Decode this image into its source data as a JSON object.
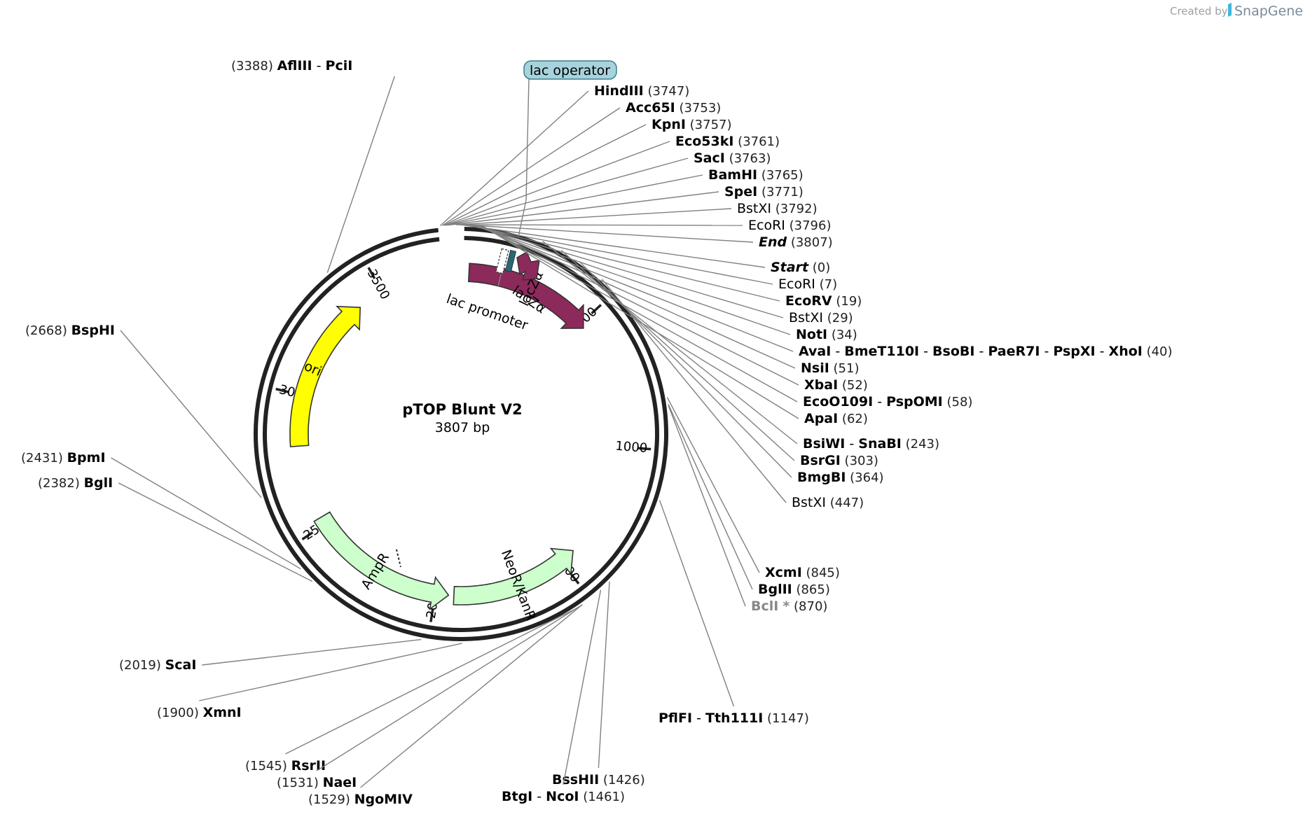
{
  "watermark": {
    "prefix": "Created by",
    "brand": "SnapGene"
  },
  "plasmid": {
    "name": "pTOP Blunt V2",
    "length_label": "3807 bp",
    "length": 3807
  },
  "colors": {
    "lacZ": "#8c2a5b",
    "ori": "#ffff00",
    "amp": "#ccffcc",
    "lac_operator": "#a8d3dc",
    "lac_promoter_cap": "#2b6770"
  },
  "ticks": [
    {
      "pos": 500,
      "label": "500"
    },
    {
      "pos": 1000,
      "label": "1000"
    },
    {
      "pos": 1500,
      "label": "1500"
    },
    {
      "pos": 2000,
      "label": "2000"
    },
    {
      "pos": 2500,
      "label": "2500"
    },
    {
      "pos": 3000,
      "label": "3000"
    },
    {
      "pos": 3500,
      "label": "3500"
    }
  ],
  "features": [
    {
      "id": "lacZa-main",
      "label": "lacZα",
      "start": 30,
      "end": 520,
      "dir": 1,
      "color": "#8c2a5b",
      "text_color": "#ffffff"
    },
    {
      "id": "lacZa-small",
      "label": "lacZα",
      "start": 3725,
      "end": 3747,
      "dir": 1,
      "color": "#8c2a5b",
      "text_color": "#000000"
    },
    {
      "id": "ori",
      "label": "ori",
      "start": 2810,
      "end": 3400,
      "dir": 1,
      "color": "#ffff00",
      "text_color": "#000000"
    },
    {
      "id": "ampr",
      "label": "AmpR",
      "start": 1950,
      "end": 2530,
      "dir": -1,
      "color": "#ccffcc",
      "text_color": "#000000"
    },
    {
      "id": "neokan",
      "label": "NeoR/KanR",
      "start": 1440,
      "end": 1930,
      "dir": -1,
      "color": "#ccffcc",
      "text_color": "#000000"
    }
  ],
  "lac_promoter": {
    "label": "lac promoter"
  },
  "lac_operator": {
    "label": "lac operator"
  },
  "sites": [
    {
      "parts": [
        "AflIII",
        "PciI"
      ],
      "pos_label": "(3388)",
      "pos": 3388,
      "side": "left"
    },
    {
      "parts": [
        "HindIII"
      ],
      "pos_label": "(3747)",
      "pos": 3747,
      "side": "right"
    },
    {
      "parts": [
        "Acc65I"
      ],
      "pos_label": "(3753)",
      "pos": 3753,
      "side": "right"
    },
    {
      "parts": [
        "KpnI"
      ],
      "pos_label": "(3757)",
      "pos": 3757,
      "side": "right"
    },
    {
      "parts": [
        "Eco53kI"
      ],
      "pos_label": "(3761)",
      "pos": 3761,
      "side": "right"
    },
    {
      "parts": [
        "SacI"
      ],
      "pos_label": "(3763)",
      "pos": 3763,
      "side": "right"
    },
    {
      "parts": [
        "BamHI"
      ],
      "pos_label": "(3765)",
      "pos": 3765,
      "side": "right"
    },
    {
      "parts": [
        "SpeI"
      ],
      "pos_label": "(3771)",
      "pos": 3771,
      "side": "right"
    },
    {
      "parts": [
        "BstXI"
      ],
      "pos_label": "(3792)",
      "pos": 3792,
      "side": "right",
      "weight": "normal"
    },
    {
      "parts": [
        "EcoRI"
      ],
      "pos_label": "(3796)",
      "pos": 3796,
      "side": "right",
      "weight": "normal"
    },
    {
      "parts": [
        "End"
      ],
      "pos_label": "(3807)",
      "pos": 3807,
      "side": "right",
      "style": "italic"
    },
    {
      "parts": [
        "Start"
      ],
      "pos_label": "(0)",
      "pos": 0,
      "side": "right",
      "style": "italic"
    },
    {
      "parts": [
        "EcoRI"
      ],
      "pos_label": "(7)",
      "pos": 7,
      "side": "right",
      "weight": "normal"
    },
    {
      "parts": [
        "EcoRV"
      ],
      "pos_label": "(19)",
      "pos": 19,
      "side": "right"
    },
    {
      "parts": [
        "BstXI"
      ],
      "pos_label": "(29)",
      "pos": 29,
      "side": "right",
      "weight": "normal"
    },
    {
      "parts": [
        "NotI"
      ],
      "pos_label": "(34)",
      "pos": 34,
      "side": "right"
    },
    {
      "parts": [
        "AvaI",
        "BmeT110I",
        "BsoBI",
        "PaeR7I",
        "PspXI",
        "XhoI"
      ],
      "pos_label": "(40)",
      "pos": 40,
      "side": "right"
    },
    {
      "parts": [
        "NsiI"
      ],
      "pos_label": "(51)",
      "pos": 51,
      "side": "right"
    },
    {
      "parts": [
        "XbaI"
      ],
      "pos_label": "(52)",
      "pos": 52,
      "side": "right"
    },
    {
      "parts": [
        "EcoO109I",
        "PspOMI"
      ],
      "pos_label": "(58)",
      "pos": 58,
      "side": "right"
    },
    {
      "parts": [
        "ApaI"
      ],
      "pos_label": "(62)",
      "pos": 62,
      "side": "right"
    },
    {
      "parts": [
        "BsiWI",
        "SnaBI"
      ],
      "pos_label": "(243)",
      "pos": 243,
      "side": "right"
    },
    {
      "parts": [
        "BsrGI"
      ],
      "pos_label": "(303)",
      "pos": 303,
      "side": "right"
    },
    {
      "parts": [
        "BmgBI"
      ],
      "pos_label": "(364)",
      "pos": 364,
      "side": "right"
    },
    {
      "parts": [
        "BstXI"
      ],
      "pos_label": "(447)",
      "pos": 447,
      "side": "right",
      "weight": "normal"
    },
    {
      "parts": [
        "XcmI"
      ],
      "pos_label": "(845)",
      "pos": 845,
      "side": "right"
    },
    {
      "parts": [
        "BglII"
      ],
      "pos_label": "(865)",
      "pos": 865,
      "side": "right"
    },
    {
      "parts": [
        "BclI",
        "*"
      ],
      "pos_label": "(870)",
      "pos": 870,
      "side": "right",
      "gray": true
    },
    {
      "parts": [
        "PflFI",
        "Tth111I"
      ],
      "pos_label": "(1147)",
      "pos": 1147,
      "side": "right"
    },
    {
      "parts": [
        "BssHII"
      ],
      "pos_label": "(1426)",
      "pos": 1426,
      "side": "right"
    },
    {
      "parts": [
        "BtgI",
        "NcoI"
      ],
      "pos_label": "(1461)",
      "pos": 1461,
      "side": "right"
    },
    {
      "parts": [
        "RsrII"
      ],
      "pos_label": "(1545)",
      "pos": 1545,
      "side": "left"
    },
    {
      "parts": [
        "NaeI"
      ],
      "pos_label": "(1531)",
      "pos": 1531,
      "side": "left"
    },
    {
      "parts": [
        "NgoMIV"
      ],
      "pos_label": "(1529)",
      "pos": 1529,
      "side": "left"
    },
    {
      "parts": [
        "ScaI"
      ],
      "pos_label": "(2019)",
      "pos": 2019,
      "side": "left"
    },
    {
      "parts": [
        "XmnI"
      ],
      "pos_label": "(1900)",
      "pos": 1900,
      "side": "left"
    },
    {
      "parts": [
        "BpmI"
      ],
      "pos_label": "(2431)",
      "pos": 2431,
      "side": "left"
    },
    {
      "parts": [
        "BglI"
      ],
      "pos_label": "(2382)",
      "pos": 2382,
      "side": "left"
    },
    {
      "parts": [
        "BspHI"
      ],
      "pos_label": "(2668)",
      "pos": 2668,
      "side": "left"
    }
  ]
}
